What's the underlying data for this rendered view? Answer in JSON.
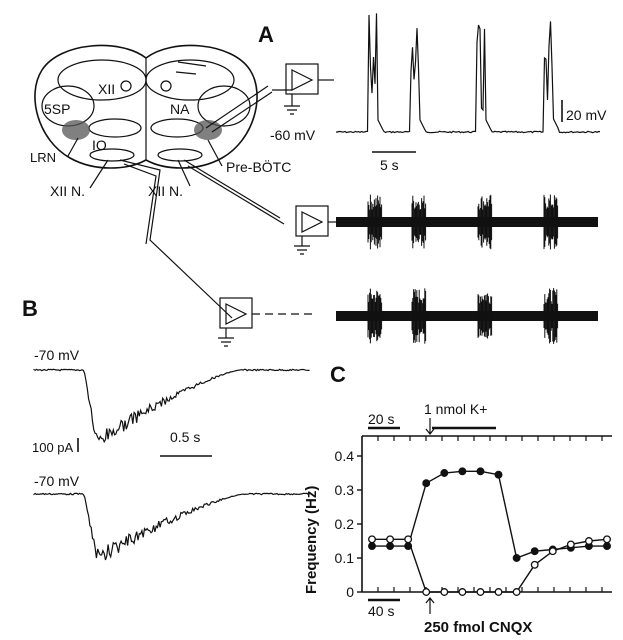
{
  "panels": {
    "a": "A",
    "b": "B",
    "c": "C"
  },
  "anatomy": {
    "xii": "XII",
    "sp5": "5SP",
    "na": "NA",
    "io": "IO",
    "lrn": "LRN",
    "pre_botc": "Pre-BÖTC",
    "xii_n_left": "XII N.",
    "xii_n_right": "XII N."
  },
  "panel_a": {
    "resting_potential": "-60 mV",
    "voltage_scale": "20 mV",
    "time_scale": "5 s"
  },
  "panel_b": {
    "holding_top": "-70 mV",
    "holding_bottom": "-70 mV",
    "current_scale": "100 pA",
    "time_scale": "0.5 s"
  },
  "chart_data": {
    "type": "line",
    "title": "",
    "xlabel": "",
    "ylabel": "Frequency (Hz)",
    "ylim": [
      0,
      0.4
    ],
    "yticks": [
      "0",
      "0.1",
      "0.2",
      "0.3",
      "0.4"
    ],
    "scale_bar_top": "20 s",
    "scale_bar_bottom": "40 s",
    "annotation_top": "1 nmol K+",
    "annotation_bottom": "250 fmol CNQX",
    "series": [
      {
        "marker": "filled",
        "x": [
          0,
          1,
          2,
          3,
          4,
          5,
          6,
          7,
          8,
          9,
          10,
          11,
          12,
          13
        ],
        "values": [
          0.135,
          0.135,
          0.135,
          0.32,
          0.35,
          0.355,
          0.355,
          0.345,
          0.1,
          0.12,
          0.125,
          0.13,
          0.135,
          0.135
        ]
      },
      {
        "marker": "open",
        "x": [
          0,
          1,
          2,
          3,
          4,
          5,
          6,
          7,
          8,
          9,
          10,
          11,
          12,
          13
        ],
        "values": [
          0.155,
          0.155,
          0.155,
          0.0,
          0.0,
          0.0,
          0.0,
          0.0,
          0.0,
          0.08,
          0.12,
          0.14,
          0.15,
          0.155
        ]
      }
    ]
  },
  "colors": {
    "ink": "#111111",
    "paper": "#ffffff",
    "stipple": "#555555"
  }
}
